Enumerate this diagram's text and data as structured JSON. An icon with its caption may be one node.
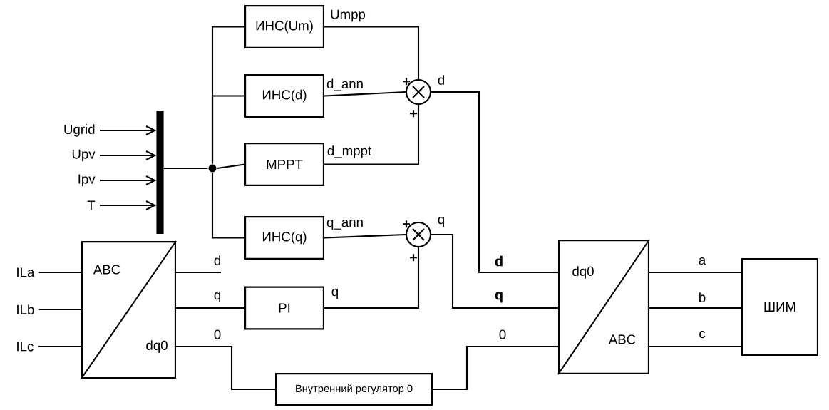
{
  "diagram": {
    "nodes": [
      {
        "text": [
          "Ugrid"
        ]
      },
      {
        "text": [
          "Upv"
        ]
      },
      {
        "text": [
          "Ipv"
        ]
      },
      {
        "text": [
          "T"
        ]
      },
      {
        "text": [],
        "shape": "bar"
      },
      {
        "text": [],
        "shape": "circle"
      },
      {
        "text": [
          "ИНС(Um)"
        ]
      },
      {
        "text": [
          "ИНС(d)"
        ]
      },
      {
        "text": [
          "MPPT"
        ]
      },
      {
        "text": [
          "ИНС(q)"
        ]
      },
      {
        "text": [],
        "shape": "circle"
      },
      {
        "text": [],
        "shape": "circle"
      },
      {
        "text": [
          "ABC",
          "dq0"
        ]
      },
      {
        "text": [
          "PI"
        ]
      },
      {
        "text": [
          "Внутренний регулятор 0"
        ]
      },
      {
        "text": [
          "dq0",
          "ABC"
        ]
      },
      {
        "text": [
          "ШИМ"
        ]
      },
      {
        "text": [
          "ILa"
        ]
      },
      {
        "text": [
          "ILb"
        ]
      },
      {
        "text": [
          "ILc"
        ]
      }
    ],
    "edges": [
      {
        "from": 0,
        "to": 4,
        "arrow": "to"
      },
      {
        "from": 1,
        "to": 4,
        "arrow": "to"
      },
      {
        "from": 2,
        "to": 4,
        "arrow": "to"
      },
      {
        "from": 3,
        "to": 4,
        "arrow": "to"
      },
      {
        "from": 4,
        "to": 5,
        "arrow": "none"
      },
      {
        "from": 5,
        "to": 6,
        "arrow": "none"
      },
      {
        "from": 5,
        "to": 7,
        "arrow": "none"
      },
      {
        "from": 5,
        "to": 8,
        "arrow": "none"
      },
      {
        "from": 5,
        "to": 9,
        "arrow": "none"
      },
      {
        "from": 6,
        "to": 10,
        "arrow": "none",
        "label": "Umpp"
      },
      {
        "from": 7,
        "to": 10,
        "arrow": "none",
        "label": "d_ann"
      },
      {
        "from": 8,
        "to": 10,
        "arrow": "none",
        "label": "d_mppt"
      },
      {
        "from": 9,
        "to": 11,
        "arrow": "none",
        "label": "q_ann"
      },
      {
        "from": 13,
        "to": 11,
        "arrow": "none",
        "label": "q"
      },
      {
        "from": 10,
        "to": 15,
        "arrow": "none",
        "label": "d"
      },
      {
        "from": 11,
        "to": 15,
        "arrow": "none",
        "label": "q"
      },
      {
        "from": 17,
        "to": 12,
        "arrow": "none"
      },
      {
        "from": 18,
        "to": 12,
        "arrow": "none"
      },
      {
        "from": 19,
        "to": 12,
        "arrow": "none"
      },
      {
        "from": 12,
        "to": null,
        "arrow": "none",
        "label": "d"
      },
      {
        "from": 12,
        "to": 13,
        "arrow": "none",
        "label": "q"
      },
      {
        "from": 12,
        "to": 14,
        "arrow": "none",
        "label": "0"
      },
      {
        "from": 14,
        "to": 15,
        "arrow": "none",
        "label": "0"
      },
      {
        "from": 15,
        "to": 16,
        "arrow": "none",
        "label": "a"
      },
      {
        "from": 15,
        "to": 16,
        "arrow": "none",
        "label": "b"
      },
      {
        "from": 15,
        "to": 16,
        "arrow": "none",
        "label": "c"
      }
    ],
    "labels": [
      "+",
      "+",
      "+",
      "+",
      "d",
      "q"
    ]
  }
}
